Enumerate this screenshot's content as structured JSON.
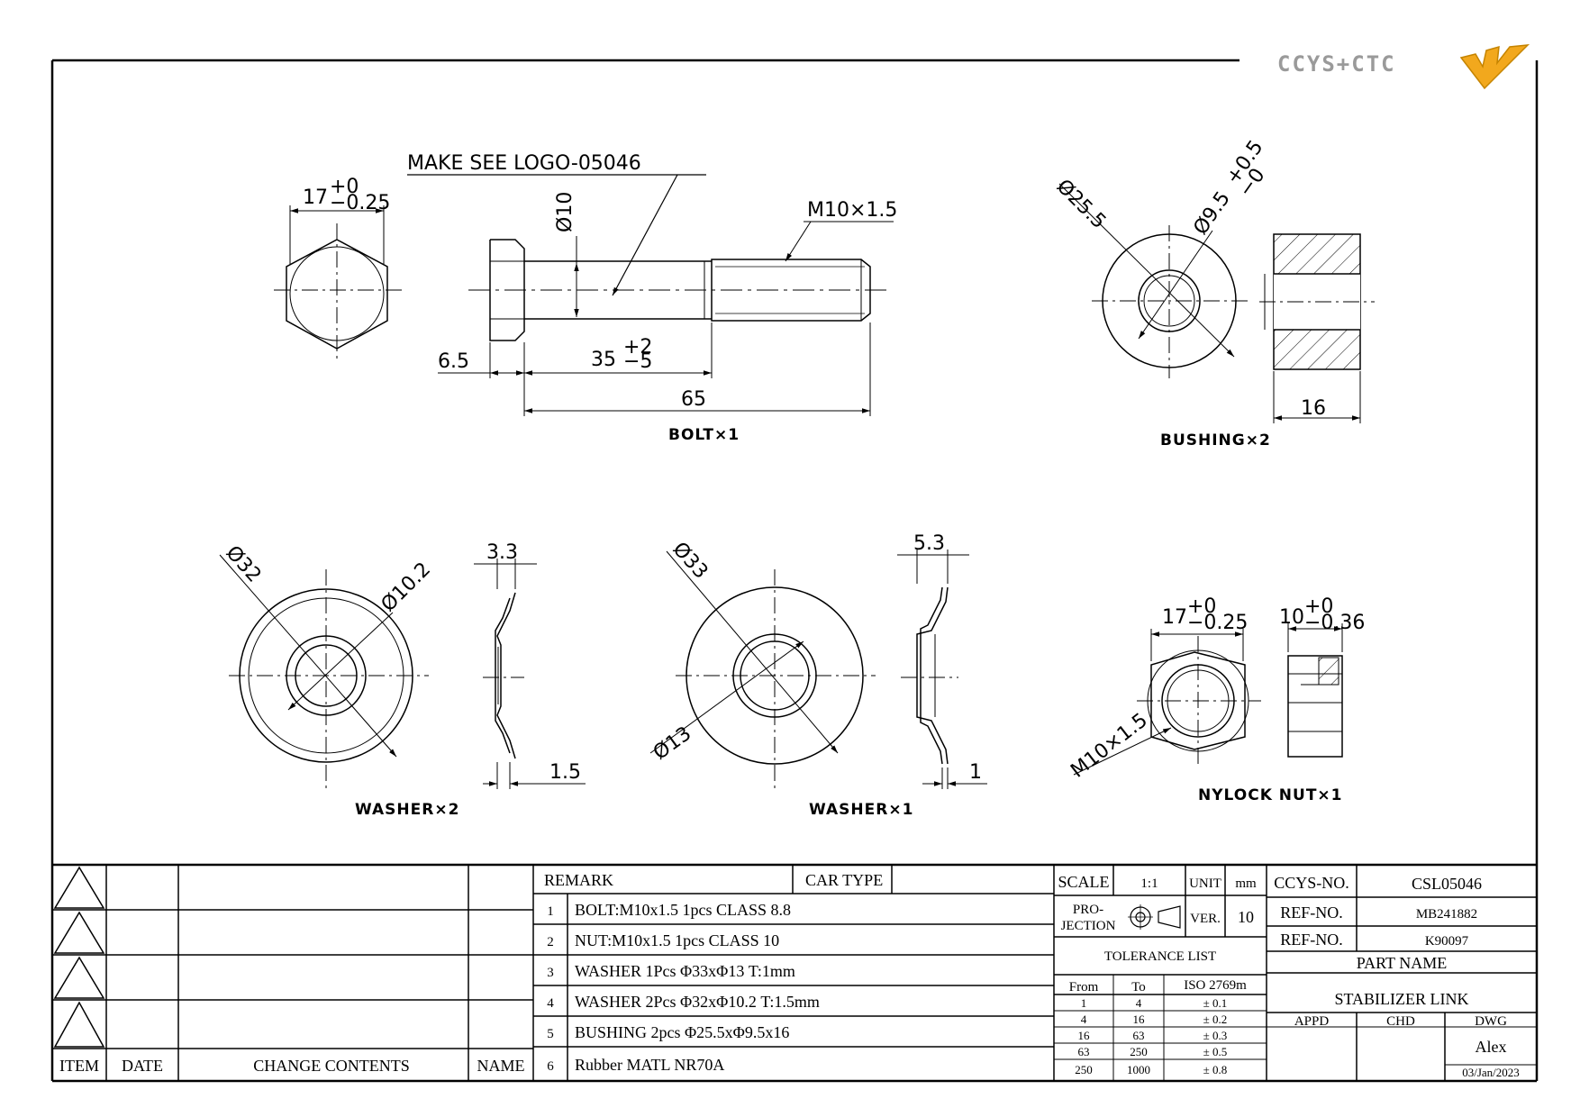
{
  "logo": {
    "text": "CCYS+CTC"
  },
  "note": "MAKE SEE LOGO-05046",
  "bolt": {
    "caption": "BOLT×1",
    "hex_width": "17",
    "hex_tol_upper": "+0",
    "hex_tol_lower": "−0.25",
    "shank_dia": "Ø10",
    "thread": "M10×1.5",
    "head_height": "6.5",
    "thread_len": "35",
    "thread_tol_upper": "+2",
    "thread_tol_lower": "−5",
    "length": "65"
  },
  "bushing": {
    "caption": "BUSHING×2",
    "outer_dia": "Ø25.5",
    "inner_dia": "Ø9.5",
    "inner_tol_upper": "+0.5",
    "inner_tol_lower": "−0",
    "length": "16"
  },
  "washer_a": {
    "caption": "WASHER×2",
    "outer_dia": "Ø32",
    "inner_dia": "Ø10.2",
    "height": "3.3",
    "thickness": "1.5"
  },
  "washer_b": {
    "caption": "WASHER×1",
    "outer_dia": "Ø33",
    "inner_dia": "Ø13",
    "height": "5.3",
    "thickness": "1"
  },
  "nut": {
    "caption": "NYLOCK NUT×1",
    "hex_width": "17",
    "hex_tol_upper": "+0",
    "hex_tol_lower": "−0.25",
    "height": "10",
    "height_tol_upper": "+0",
    "height_tol_lower": "−0.36",
    "thread": "M10×1.5"
  },
  "revision_table": {
    "headers": {
      "item": "ITEM",
      "date": "DATE",
      "contents": "CHANGE CONTENTS",
      "name": "NAME"
    }
  },
  "remark_table": {
    "remark_label": "REMARK",
    "car_type_label": "CAR TYPE",
    "rows": [
      {
        "no": "1",
        "text": "BOLT:M10x1.5 1pcs CLASS 8.8"
      },
      {
        "no": "2",
        "text": "NUT:M10x1.5 1pcs CLASS 10"
      },
      {
        "no": "3",
        "text": "WASHER 1Pcs Φ33xΦ13 T:1mm"
      },
      {
        "no": "4",
        "text": "WASHER 2Pcs Φ32xΦ10.2 T:1.5mm"
      },
      {
        "no": "5",
        "text": "BUSHING 2pcs Φ25.5xΦ9.5x16"
      },
      {
        "no": "6",
        "text": "Rubber MATL NR70A"
      }
    ]
  },
  "spec": {
    "scale_label": "SCALE",
    "scale_value": "1:1",
    "unit_label": "UNIT",
    "unit_value": "mm",
    "projection_label_1": "PRO-",
    "projection_label_2": "JECTION",
    "ver_label": "VER.",
    "ver_value": "10",
    "tolerance_title": "TOLERANCE LIST",
    "tolerance_headers": {
      "from": "From",
      "to": "To",
      "std": "ISO 2769m"
    },
    "tolerance_rows": [
      {
        "from": "1",
        "to": "4",
        "tol": "± 0.1"
      },
      {
        "from": "4",
        "to": "16",
        "tol": "± 0.2"
      },
      {
        "from": "16",
        "to": "63",
        "tol": "± 0.3"
      },
      {
        "from": "63",
        "to": "250",
        "tol": "± 0.5"
      },
      {
        "from": "250",
        "to": "1000",
        "tol": "± 0.8"
      }
    ]
  },
  "title_block": {
    "ccys_no_label": "CCYS-NO.",
    "ccys_no": "CSL05046",
    "ref_no_label_1": "REF-NO.",
    "ref_no_1": "MB241882",
    "ref_no_label_2": "REF-NO.",
    "ref_no_2": "K90097",
    "part_name_label": "PART NAME",
    "part_name": "STABILIZER LINK",
    "appd_label": "APPD",
    "chd_label": "CHD",
    "dwg_label": "DWG",
    "dwg_name": "Alex",
    "date": "03/Jan/2023"
  },
  "colors": {
    "logo_grey": "#9a9a9a",
    "logo_orange": "#f2a81d"
  }
}
